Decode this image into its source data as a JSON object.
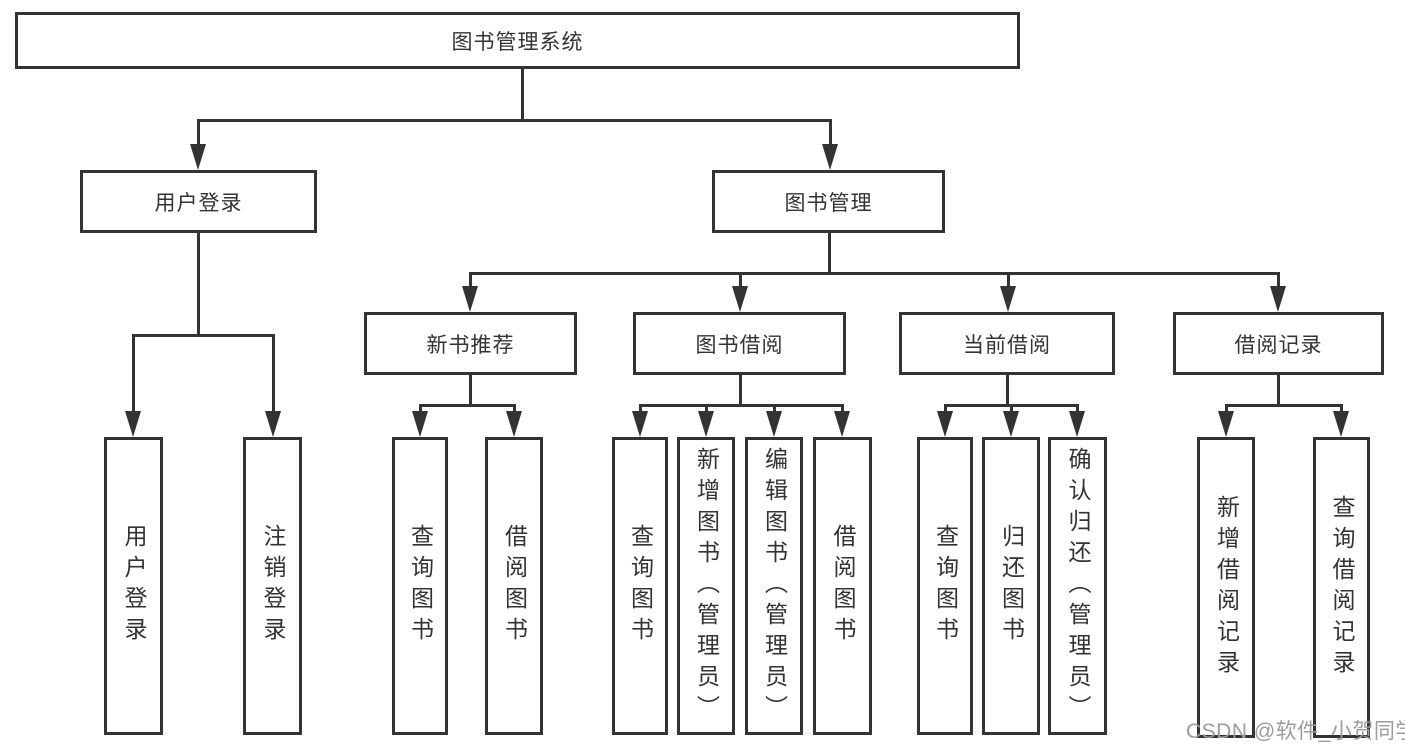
{
  "watermark": "CSDN @软件_小贺同学",
  "colors": {
    "line": "#333333",
    "box_border": "#333333",
    "box_fill": "#ffffff",
    "text": "#333333",
    "watermark": "#9c9c9c"
  },
  "tree": {
    "label": "图书管理系统",
    "children": [
      {
        "label": "用户登录",
        "children": [
          {
            "label": "用户登录"
          },
          {
            "label": "注销登录"
          }
        ]
      },
      {
        "label": "图书管理",
        "children": [
          {
            "label": "新书推荐",
            "children": [
              {
                "label": "查询图书"
              },
              {
                "label": "借阅图书"
              }
            ]
          },
          {
            "label": "图书借阅",
            "children": [
              {
                "label": "查询图书"
              },
              {
                "label": "新增图书（管理员）"
              },
              {
                "label": "编辑图书（管理员）"
              },
              {
                "label": "借阅图书"
              }
            ]
          },
          {
            "label": "当前借阅",
            "children": [
              {
                "label": "查询图书"
              },
              {
                "label": "归还图书"
              },
              {
                "label": "确认归还（管理员）"
              }
            ]
          },
          {
            "label": "借阅记录",
            "children": [
              {
                "label": "新增借阅记录"
              },
              {
                "label": "查询借阅记录"
              }
            ]
          }
        ]
      }
    ]
  }
}
